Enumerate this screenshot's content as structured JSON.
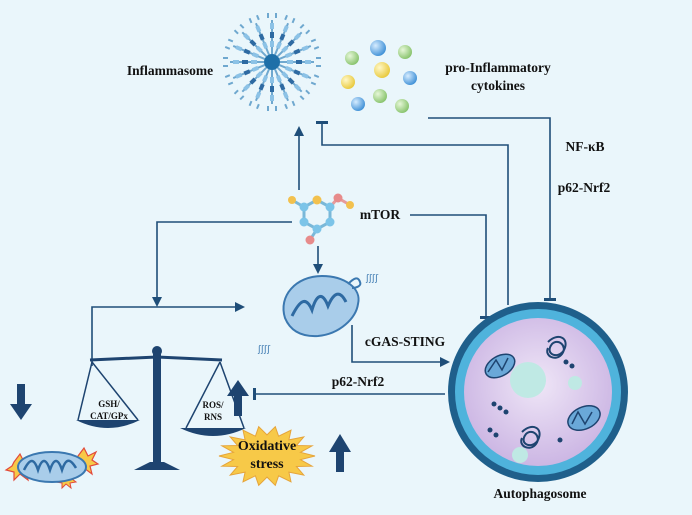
{
  "labels": {
    "inflammasome": "Inflammasome",
    "cytokines_line1": "pro-Inflammatory",
    "cytokines_line2": "cytokines",
    "nfkb": "NF-κB",
    "p62_nrf2_right": "p62-Nrf2",
    "mtor": "mTOR",
    "cgas_sting": "cGAS-STING",
    "p62_nrf2_bottom": "p62-Nrf2",
    "autophagosome": "Autophagosome",
    "oxidative_line1": "Oxidative",
    "oxidative_line2": "stress",
    "scale_left_line1": "GSH/",
    "scale_left_line2": "CAT/GPx",
    "scale_right_line1": "ROS/",
    "scale_right_line2": "RNS"
  },
  "colors": {
    "background": "#eaf6fb",
    "arrow": "#1f4e79",
    "dark_blue": "#1e4470",
    "starburst": "#f7c948",
    "autophagosome_rim": "#2f8fbf",
    "autophagosome_inner": "#d7c6ea"
  },
  "icons": [
    "inflammasome-icon",
    "cytokine-spheres",
    "mtor-molecule-icon",
    "mitochondrion-icon",
    "autophagosome-icon",
    "balance-scale-icon",
    "damaged-mitochondrion-icon",
    "starburst-icon",
    "up-arrow-icon",
    "down-arrow-icon"
  ]
}
